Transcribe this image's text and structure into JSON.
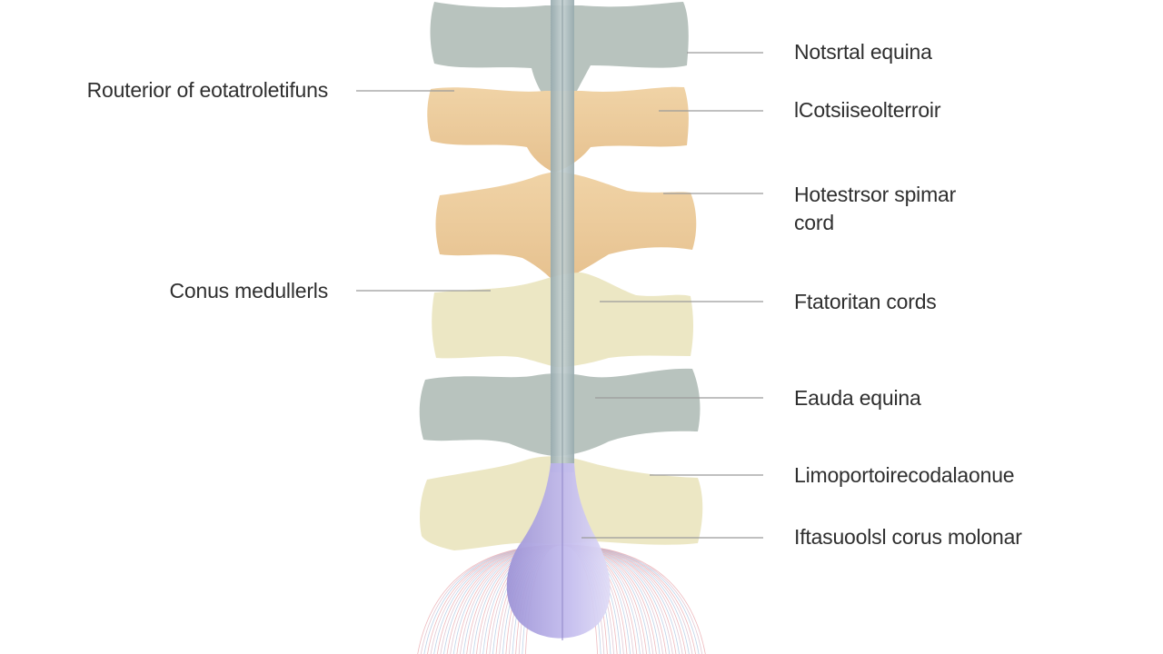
{
  "colors": {
    "vertebra_gray": "#b7c1bc",
    "vertebra_tan": "#eac99a",
    "vertebra_cream": "#ece8c4",
    "spinal_cord": "#a9b9bd",
    "conus": "#b0a8de",
    "leader_line": "#9a9a9a",
    "text": "#2f2f2f"
  },
  "labels": {
    "left": [
      "Routerior of eotatroletifuns",
      "Conus medullerls"
    ],
    "right": [
      "Notsrtal equina",
      "lCotsiiseolterroir",
      "Hotestrsor spimar\ncord",
      "Ftatoritan cords",
      "Eauda equina",
      "Limoportoirecodalaonue",
      "Iftasuoolsl corus molonar"
    ]
  }
}
